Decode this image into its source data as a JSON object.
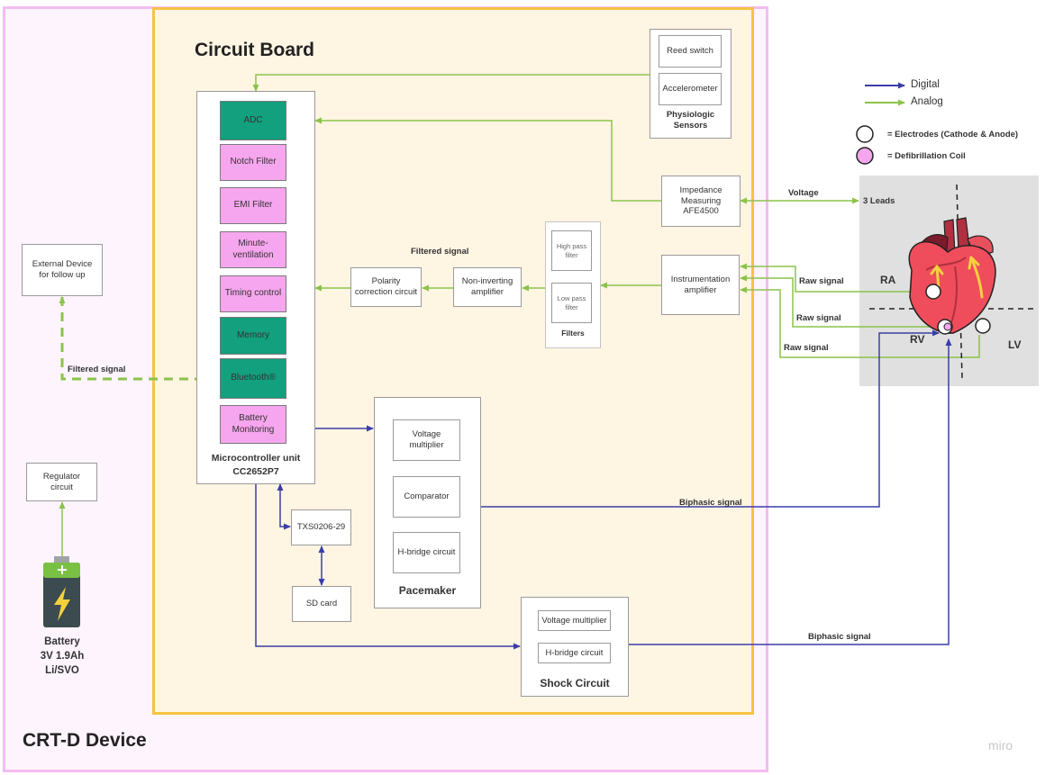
{
  "device": {
    "title": "CRT-D Device"
  },
  "board": {
    "title": "Circuit Board"
  },
  "legend": {
    "digital": "Digital",
    "analog": "Analog",
    "electrodes": "= Electrodes (Cathode & Anode)",
    "coil": "= Defibrillation Coil",
    "colors": {
      "digital": "#3b3da8",
      "analog": "#8bc34a"
    }
  },
  "mcu": {
    "title_line1": "Microcontroller unit",
    "title_line2": "CC2652P7",
    "modules": {
      "adc": "ADC",
      "notch": "Notch Filter",
      "emi": "EMI Filter",
      "minute_line1": "Minute-",
      "minute_line2": "ventilation",
      "timing": "Timing control",
      "memory": "Memory",
      "bluetooth": "Bluetooth®",
      "battery_line1": "Battery",
      "battery_line2": "Monitoring"
    }
  },
  "sensors": {
    "reed": "Reed switch",
    "accelerometer": "Accelerometer",
    "title_line1": "Physiologic",
    "title_line2": "Sensors"
  },
  "impedance": {
    "line1": "Impedance",
    "line2": "Measuring",
    "line3": "AFE4500"
  },
  "instrumentation": {
    "line1": "Instrumentation",
    "line2": "amplifier"
  },
  "filters": {
    "high_line1": "High pass",
    "high_line2": "filter",
    "low_line1": "Low pass",
    "low_line2": "filter",
    "title": "Filters"
  },
  "noninverting": {
    "line1": "Non-inverting",
    "line2": "amplifier"
  },
  "polarity": {
    "line1": "Polarity",
    "line2": "correction circuit"
  },
  "external": {
    "line1": "External Device",
    "line2": "for follow up"
  },
  "regulator": {
    "line1": "Regulator",
    "line2": "circuit"
  },
  "battery": {
    "line1": "Battery",
    "line2": "3V 1.9Ah",
    "line3": "Li/SVO"
  },
  "pacemaker": {
    "vm_line1": "Voltage",
    "vm_line2": "multiplier",
    "comparator": "Comparator",
    "hbridge": "H-bridge circuit",
    "title": "Pacemaker"
  },
  "txs": "TXS0206-29",
  "sd": "SD card",
  "shock": {
    "vm": "Voltage multiplier",
    "hbridge": "H-bridge circuit",
    "title": "Shock Circuit"
  },
  "signals": {
    "filtered_top": "Filtered signal",
    "filtered_left": "Filtered signal",
    "voltage": "Voltage",
    "leads": "3 Leads",
    "raw1": "Raw signal",
    "raw2": "Raw signal",
    "raw3": "Raw signal",
    "biphasic1": "Biphasic signal",
    "biphasic2": "Biphasic signal"
  },
  "heart": {
    "ra": "RA",
    "rv": "RV",
    "lv": "LV"
  },
  "watermark": "miro"
}
